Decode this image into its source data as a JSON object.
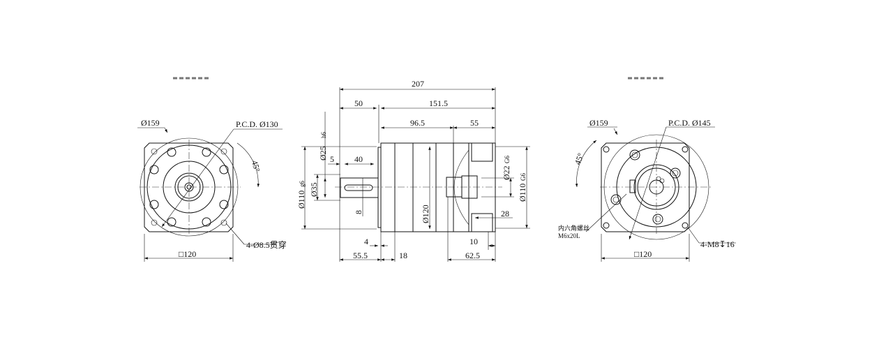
{
  "front_view": {
    "dia_outer": "Ø159",
    "pcd": "P.C.D. Ø130",
    "angle": "45°",
    "holes": "4-Ø8.5贯穿",
    "square": "□120"
  },
  "side_view": {
    "overall_length": "207",
    "shaft_length": "50",
    "body_length": "151.5",
    "dim_96_5": "96.5",
    "dim_55": "55",
    "shaft_dia": "Ø25",
    "shaft_tol": "h6",
    "key_offset": "5",
    "key_length": "40",
    "pilot_dia": "Ø110",
    "pilot_tol": "g6",
    "dia_35": "Ø35",
    "key_width": "8",
    "body_dia": "Ø120",
    "input_bore": "Ø22",
    "input_bore_tol": "G6",
    "input_pilot": "Ø110",
    "input_pilot_tol": "G6",
    "dim_28": "28",
    "dim_4": "4",
    "dim_10": "10",
    "dim_55_5": "55.5",
    "dim_18": "18",
    "dim_62_5": "62.5"
  },
  "rear_view": {
    "dia_outer": "Ø159",
    "pcd": "P.C.D. Ø145",
    "angle": "45°",
    "screw_note_1": "内六角螺丝",
    "screw_note_2": "M6x20L",
    "holes": "4-M8↧16",
    "square": "□120"
  }
}
